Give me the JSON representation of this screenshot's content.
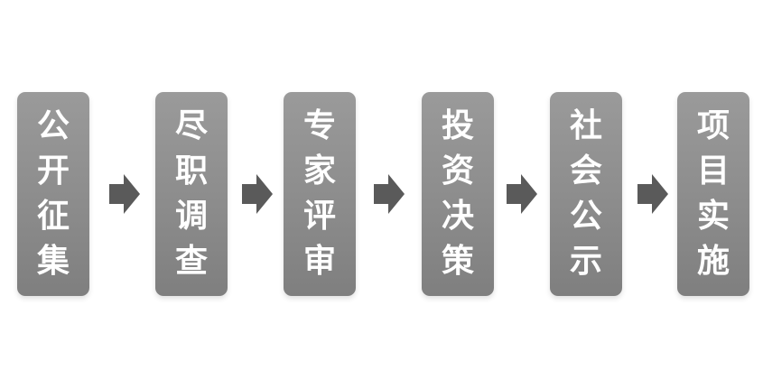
{
  "flow": {
    "steps": [
      {
        "label": "公开征集"
      },
      {
        "label": "尽职调查"
      },
      {
        "label": "专家评审"
      },
      {
        "label": "投资决策"
      },
      {
        "label": "社会公示"
      },
      {
        "label": "项目实施"
      }
    ],
    "arrow_icon": "right-arrow-icon",
    "colors": {
      "step_fill": "#8c8c8c",
      "arrow_fill": "#5a5a5a",
      "text": "#ffffff",
      "background": "#ffffff"
    }
  }
}
